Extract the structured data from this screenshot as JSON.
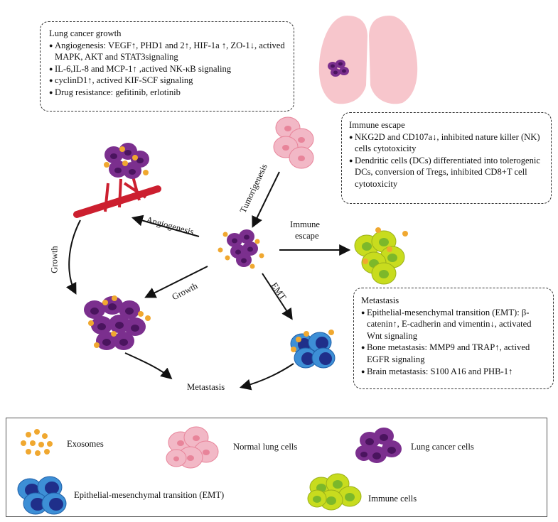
{
  "boxes": {
    "growth": {
      "title": "Lung cancer growth",
      "items": [
        "Angiogenesis: VEGF↑, PHD1 and 2↑, HIF-1a ↑, ZO-1↓, actived MAPK, AKT and STAT3signaling",
        "IL-6,IL-8 and MCP-1↑ ,actived NK-κB signaling",
        "cyclinD1↑, actived KIF-SCF signaling",
        "Drug resistance: gefitinib, erlotinib"
      ]
    },
    "immune": {
      "title": "Immune escape",
      "items": [
        "NKG2D and CD107a↓, inhibited nature killer (NK) cells cytotoxicity",
        "Dendritic cells (DCs) differentiated into tolerogenic DCs, conversion of Tregs, inhibited CD8+T cell cytotoxicity"
      ]
    },
    "metastasis": {
      "title": "Metastasis",
      "items": [
        "Epithelial-mesenchymal transition (EMT): β-catenin↑, E-cadherin and vimentin↓, activated Wnt signaling",
        "Bone metastasis: MMP9 and TRAP↑, actived EGFR signaling",
        "Brain metastasis: S100 A16 and PHB-1↑"
      ]
    }
  },
  "arrows": {
    "tumorigenesis": "Tumorigenesis",
    "angiogenesis": "Angiogenesis",
    "immune_escape_1": "Immune",
    "immune_escape_2": "escape",
    "emt": "EMT",
    "growth_center": "Growth",
    "growth_left": "Growth",
    "metastasis": "Metastasis"
  },
  "legend": {
    "exosomes": "Exosomes",
    "normal": "Normal lung cells",
    "cancer": "Lung cancer cells",
    "emt": "Epithelial-mesenchymal transition (EMT)",
    "immune": "Immune cells"
  },
  "colors": {
    "exosome": "#f0a830",
    "normal_outer": "#f2b8c6",
    "normal_inner": "#e8849a",
    "cancer_outer": "#7b2f8e",
    "cancer_inner": "#4a145e",
    "emt_outer": "#3d8fd6",
    "emt_inner": "#1f2f8a",
    "immune_outer": "#c8dc1e",
    "immune_inner": "#7cb82a",
    "vessel": "#cc1f2f",
    "lung": "#f7c6cc"
  }
}
